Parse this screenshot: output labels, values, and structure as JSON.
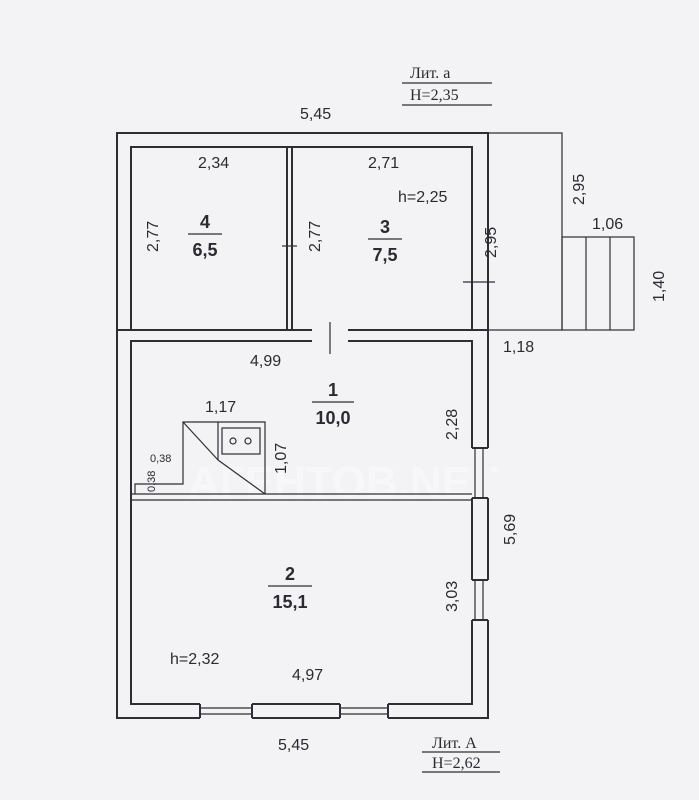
{
  "overall": {
    "top_width": "5,45",
    "bottom_width": "5,45",
    "right_height": "5,69"
  },
  "lit_a": {
    "label": "Лит. а",
    "height": "H=2,35"
  },
  "lit_A": {
    "label": "Лит. А",
    "height": "H=2,62"
  },
  "rooms": [
    {
      "number": "4",
      "area": "6,5"
    },
    {
      "number": "3",
      "area": "7,5"
    },
    {
      "number": "1",
      "area": "10,0"
    },
    {
      "number": "2",
      "area": "15,1"
    }
  ],
  "dimensions": {
    "r4_width": "2,34",
    "r4_left": "2,77",
    "r4_right": "2,77",
    "r3_width": "2,71",
    "r3_height_label": "h=2,25",
    "r3_right": "2,95",
    "porch_height": "2,95",
    "step_width": "1,06",
    "step_height": "1,40",
    "porch_width": "1,18",
    "r1_width": "4,99",
    "stair_width": "1,17",
    "stair_height": "1,07",
    "stair_step_a": "0,38",
    "stair_step_b": "0,38",
    "r1_right": "2,28",
    "r2_right": "3,03",
    "r2_width": "4,97",
    "r2_height_label": "h=2,32"
  },
  "watermark": "АГЕНТОВ.NET"
}
